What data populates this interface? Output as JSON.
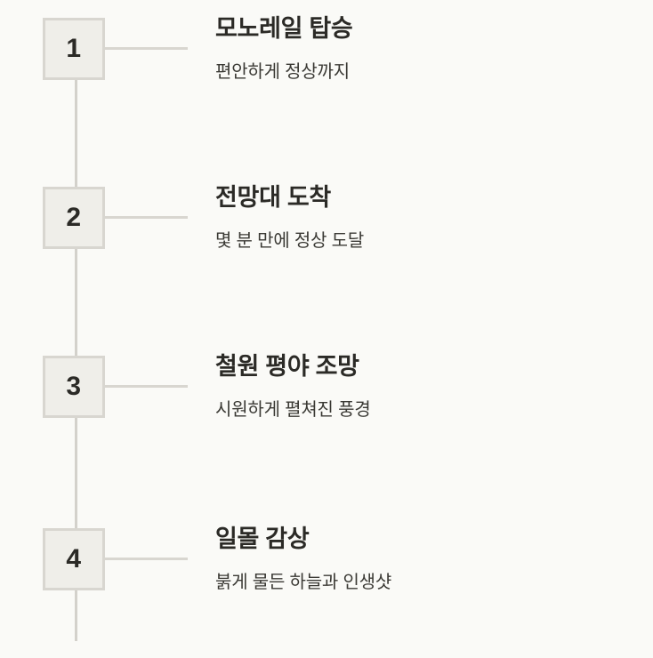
{
  "theme": {
    "background": "#FAFAF7",
    "badge_fill": "#EFEEE9",
    "badge_border": "#D8D6D0",
    "line_color": "#D3D1CB",
    "title_color": "#2B2A26",
    "desc_color": "#3A3934"
  },
  "timeline": {
    "steps": [
      {
        "number": "1",
        "title": "모노레일 탑승",
        "description": "편안하게 정상까지"
      },
      {
        "number": "2",
        "title": "전망대 도착",
        "description": "몇 분 만에 정상 도달"
      },
      {
        "number": "3",
        "title": "철원 평야 조망",
        "description": "시원하게 펼쳐진 풍경"
      },
      {
        "number": "4",
        "title": "일몰 감상",
        "description": "붉게 물든 하늘과 인생샷"
      }
    ]
  }
}
